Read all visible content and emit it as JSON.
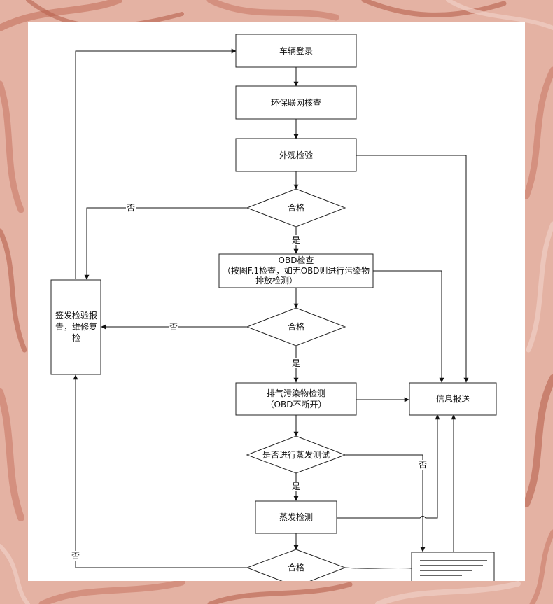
{
  "nodes": {
    "register": "车辆登录",
    "network_check": "环保联网核查",
    "visual_inspection": "外观检验",
    "decision_1": "合格",
    "obd_title": "OBD检查",
    "obd_line2": "（按图F.1检查，如无OBD则进行污染物",
    "obd_line3": "排放检测）",
    "decision_2": "合格",
    "exhaust_line1": "排气污染物检测",
    "exhaust_line2": "（OBD不断开）",
    "evap_decision": "是否进行蒸发测试",
    "evap_test": "蒸发检测",
    "decision_3": "合格",
    "info_report": "信息报送",
    "issue_report_line1": "签发检验报",
    "issue_report_line2": "告，维修复",
    "issue_report_line3": "检"
  },
  "edge_labels": {
    "yes_1": "是",
    "yes_2": "是",
    "yes_3": "是",
    "no_1": "否",
    "no_2": "否",
    "no_3": "否",
    "no_evap": "否"
  },
  "colors": {
    "background": "#e4b2a3",
    "stripe": "#c97a67",
    "stripe_light": "#f0cfc4",
    "sheet": "#ffffff",
    "line": "#111111"
  }
}
